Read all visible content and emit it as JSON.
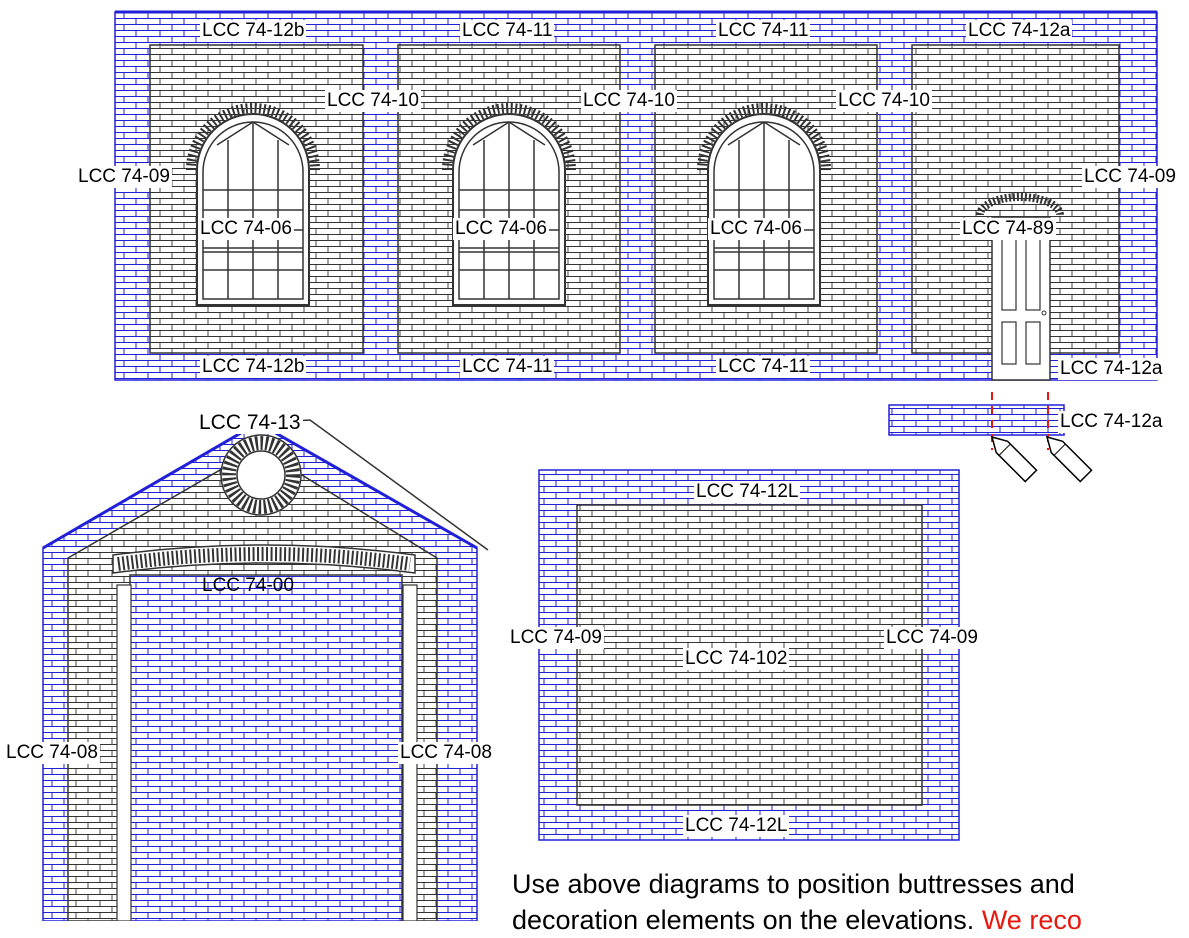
{
  "colors": {
    "brick_blue": "#2020d8",
    "brick_gray": "#333333",
    "cut_mark": "#e8170f"
  },
  "elevation": {
    "top_labels": [
      "LCC 74-12b",
      "LCC 74-11",
      "LCC 74-11",
      "LCC 74-12a"
    ],
    "bottom_labels": [
      "LCC 74-12b",
      "LCC 74-11",
      "LCC 74-11",
      "LCC 74-12a"
    ],
    "buttress_labels": [
      "LCC 74-10",
      "LCC 74-10",
      "LCC 74-10"
    ],
    "side_left": "LCC 74-09",
    "side_right": "LCC 74-09",
    "window_labels": [
      "LCC 74-06",
      "LCC 74-06",
      "LCC 74-06"
    ],
    "door_label": "LCC 74-89",
    "step_label": "LCC 74-12a"
  },
  "gable": {
    "top_label": "LCC 74-13",
    "arch_label": "LCC 74-00",
    "left_label": "LCC 74-08",
    "right_label": "LCC 74-08"
  },
  "side_panel": {
    "top_label": "LCC 74-12L",
    "bottom_label": "LCC 74-12L",
    "left_label": "LCC 74-09",
    "right_label": "LCC 74-09",
    "center_label": "LCC 74-102"
  },
  "note": {
    "line1": "Use above diagrams to position buttresses and",
    "line2_black": "decoration elements on the elevations. ",
    "line2_red": "We reco"
  }
}
